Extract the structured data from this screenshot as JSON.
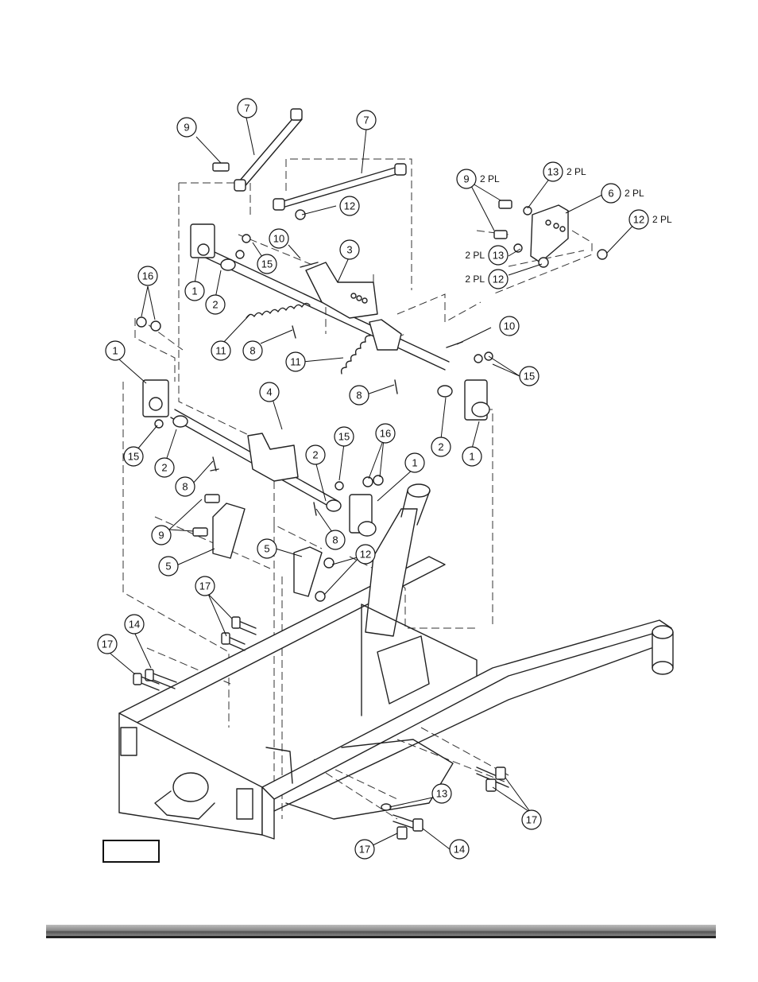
{
  "diagram": {
    "callouts": [
      {
        "label": "9"
      },
      {
        "label": "7"
      },
      {
        "label": "7"
      },
      {
        "label": "12"
      },
      {
        "label": "9",
        "note": "2 PL"
      },
      {
        "label": "13",
        "note": "2 PL"
      },
      {
        "label": "6",
        "note": "2 PL"
      },
      {
        "label": "12",
        "note": "2 PL"
      },
      {
        "label": "15"
      },
      {
        "label": "10"
      },
      {
        "label": "3"
      },
      {
        "label": "1"
      },
      {
        "label": "2"
      },
      {
        "label": "16"
      },
      {
        "label": "13",
        "note": "2 PL"
      },
      {
        "label": "12",
        "note": "2 PL"
      },
      {
        "label": "11"
      },
      {
        "label": "8"
      },
      {
        "label": "10"
      },
      {
        "label": "1"
      },
      {
        "label": "11"
      },
      {
        "label": "15"
      },
      {
        "label": "8"
      },
      {
        "label": "4"
      },
      {
        "label": "2"
      },
      {
        "label": "1"
      },
      {
        "label": "15"
      },
      {
        "label": "2"
      },
      {
        "label": "15"
      },
      {
        "label": "16"
      },
      {
        "label": "2"
      },
      {
        "label": "1"
      },
      {
        "label": "8"
      },
      {
        "label": "9"
      },
      {
        "label": "8"
      },
      {
        "label": "5"
      },
      {
        "label": "5"
      },
      {
        "label": "12"
      },
      {
        "label": "17"
      },
      {
        "label": "14"
      },
      {
        "label": "17"
      },
      {
        "label": "13"
      },
      {
        "label": "17"
      },
      {
        "label": "17"
      },
      {
        "label": "14"
      }
    ]
  },
  "colors": {
    "line": "#222222",
    "footer_bar": "#8a8a8a"
  }
}
